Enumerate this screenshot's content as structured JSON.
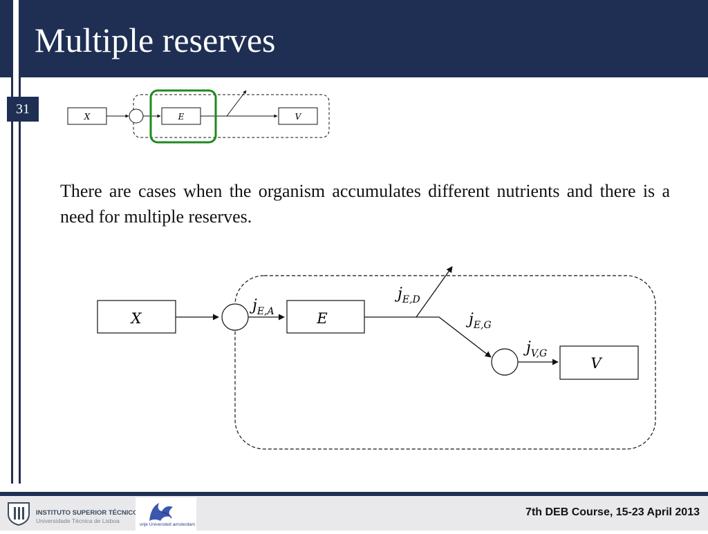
{
  "slide": {
    "title": "Multiple reserves",
    "number": "31",
    "body": "There are cases when the organism accumulates different nutrients and there is a need for multiple reserves."
  },
  "small_diagram": {
    "boxes": [
      "X",
      "E",
      "V"
    ],
    "highlight_color": "#1e8a1e"
  },
  "large_diagram": {
    "boxes": [
      "X",
      "E",
      "V"
    ],
    "flux_labels": {
      "jEA": {
        "main": "j",
        "sub": "E,A"
      },
      "jED": {
        "main": "j",
        "sub": "E,D"
      },
      "jEG": {
        "main": "j",
        "sub": "E,G"
      },
      "jVG": {
        "main": "j",
        "sub": "V,G"
      }
    }
  },
  "footer": {
    "ist_name": "INSTITUTO SUPERIOR TÉCNICO",
    "ist_sub": "Universidade Técnica de Lisboa",
    "vu_name_1": "vrije Universiteit",
    "vu_name_2": "amsterdam",
    "course": "7th DEB Course, 15-23 April 2013"
  },
  "colors": {
    "navy": "#1f2f53",
    "footer_bg": "#e9e9ec"
  }
}
